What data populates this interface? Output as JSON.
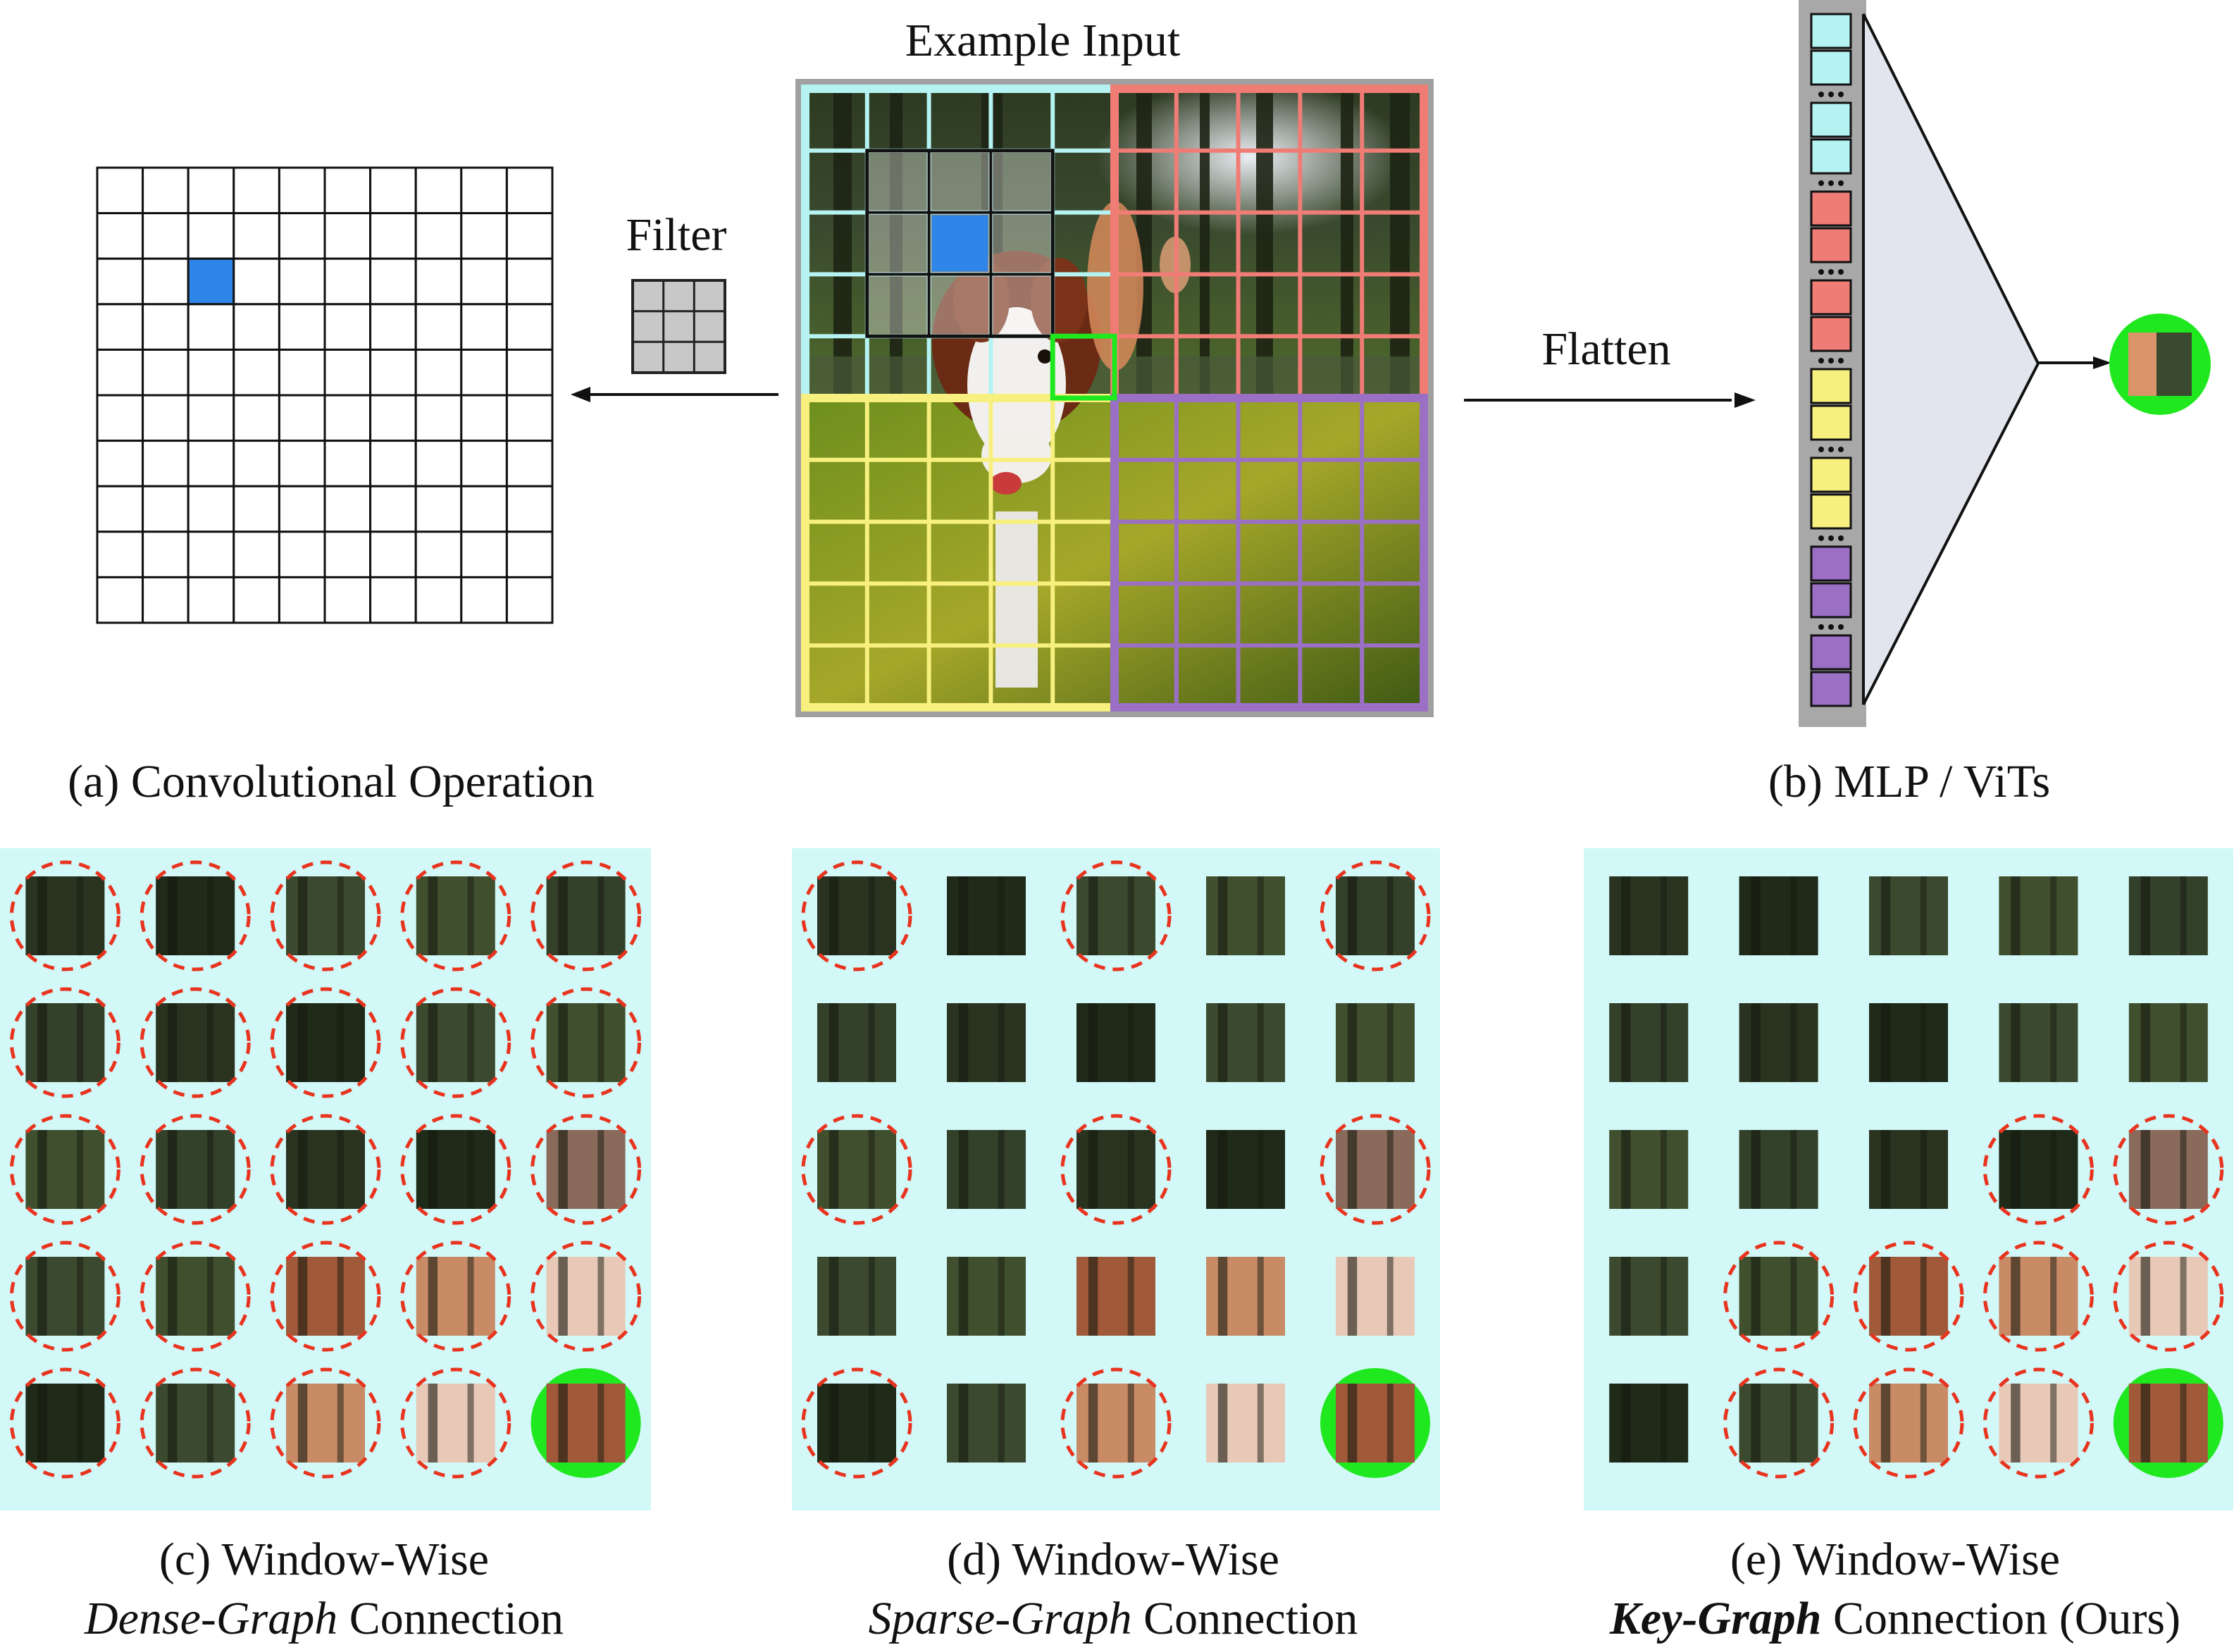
{
  "top": {
    "example_input_title": "Example Input",
    "filter_label": "Filter",
    "flatten_label": "Flatten",
    "caption_a": "(a) Convolutional Operation",
    "caption_b": "(b) MLP / ViTs"
  },
  "panels": [
    {
      "line1": "(c) Window-Wise",
      "emph": "Dense-Graph",
      "rest": " Connection"
    },
    {
      "line1": "(d) Window-Wise",
      "emph": "Sparse-Graph",
      "rest": " Connection"
    },
    {
      "line1": "(e) Window-Wise",
      "emph": "Key-Graph",
      "rest": " Connection (Ours)"
    }
  ],
  "colors": {
    "window_cyan": "#b5f2f2",
    "window_red": "#f07c76",
    "window_yellow": "#f7f07e",
    "window_purple": "#9a6fc4",
    "highlight_green": "#1fe81f",
    "focus_blue": "#2f86e8",
    "circle_red": "#e8341e",
    "panel_bg": "#d2f8f8"
  },
  "connections": {
    "dense": [
      [
        1,
        1,
        1,
        1,
        1
      ],
      [
        1,
        1,
        1,
        1,
        1
      ],
      [
        1,
        1,
        1,
        1,
        1
      ],
      [
        1,
        1,
        1,
        1,
        1
      ],
      [
        1,
        1,
        1,
        1,
        2
      ]
    ],
    "sparse": [
      [
        1,
        0,
        1,
        0,
        1
      ],
      [
        0,
        0,
        0,
        0,
        0
      ],
      [
        1,
        0,
        1,
        0,
        1
      ],
      [
        0,
        0,
        0,
        0,
        0
      ],
      [
        1,
        0,
        1,
        0,
        2
      ]
    ],
    "key": [
      [
        0,
        0,
        0,
        0,
        0
      ],
      [
        0,
        0,
        0,
        0,
        0
      ],
      [
        0,
        0,
        0,
        1,
        1
      ],
      [
        0,
        1,
        1,
        1,
        1
      ],
      [
        0,
        1,
        1,
        1,
        2
      ]
    ]
  }
}
